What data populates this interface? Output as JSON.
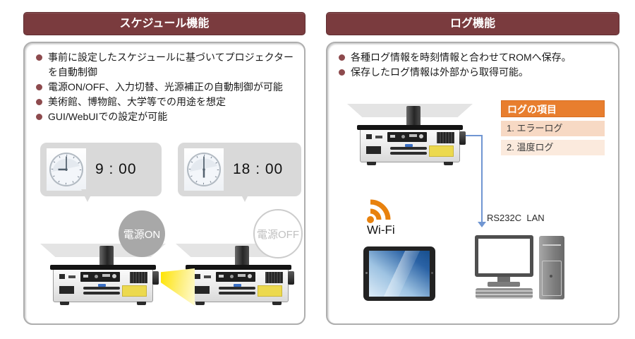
{
  "left_panel": {
    "title": "スケジュール機能",
    "bullets": [
      "事前に設定したスケジュールに基づいてプロジェクターを自動制御",
      "電源ON/OFF、入力切替、光源補正の自動制御が可能",
      "美術館、博物館、大学等での用途を想定",
      "GUI/WebUIでの設定が可能"
    ],
    "schedule_events": [
      {
        "time": "9 : 00",
        "action": "電源ON",
        "state": "on"
      },
      {
        "time": "18 : 00",
        "action": "電源OFF",
        "state": "off"
      }
    ]
  },
  "right_panel": {
    "title": "ログ機能",
    "bullets": [
      "各種ログ情報を時刻情報と合わせてROMへ保存。",
      "保存したログ情報は外部から取得可能。"
    ],
    "log_table": {
      "title": "ログの項目",
      "items": [
        "1. エラーログ",
        "2. 温度ログ"
      ]
    },
    "wifi_label": "Wi-Fi",
    "connection_label": "RS232C  LAN"
  },
  "colors": {
    "header_bg": "#7a3b3e",
    "bullet_dot": "#8d4a4d",
    "table_orange": "#e87e2e",
    "table_row1": "#f7d9c4",
    "table_row2": "#fbeadd",
    "wifi_orange": "#e8820e",
    "connection_blue": "#7096d2",
    "beam_yellow": "#ffe400",
    "bubble_gray": "#d9d9d9"
  }
}
